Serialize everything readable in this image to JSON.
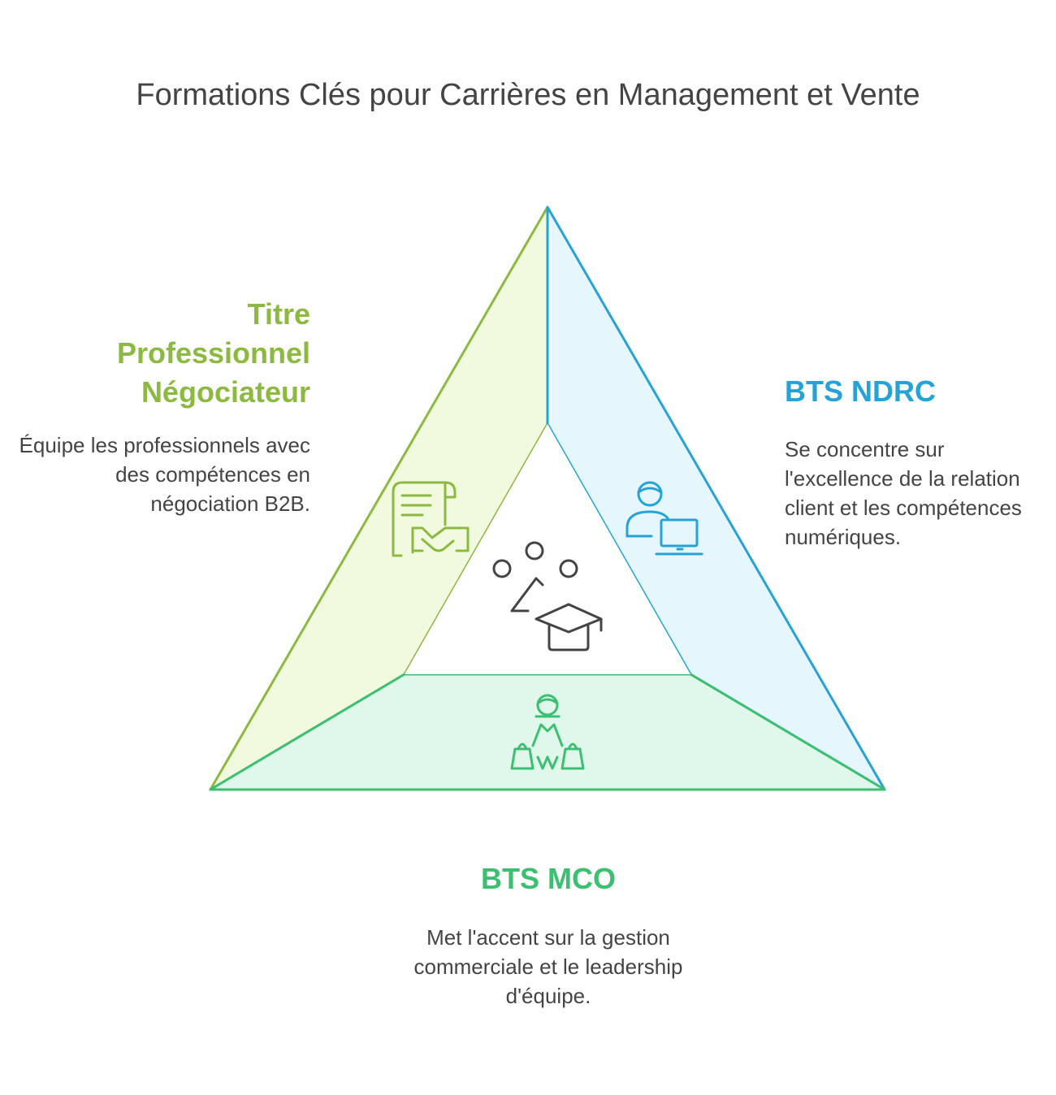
{
  "title": "Formations Clés pour Carrières en Management et Vente",
  "colors": {
    "green_light": "#8cb940",
    "blue": "#26a3d6",
    "green": "#3dbf72",
    "text": "#444444"
  },
  "segments": {
    "left": {
      "heading_lines": [
        "Titre",
        "Professionnel",
        "Négociateur"
      ],
      "description": "Équipe les professionnels avec des compétences en négociation B2B.",
      "icon": "certificate-handshake-icon"
    },
    "right": {
      "heading": "BTS NDRC",
      "description": "Se concentre sur l'excellence de la relation client et les compétences numériques.",
      "icon": "person-laptop-icon"
    },
    "bottom": {
      "heading": "BTS MCO",
      "description": "Met l'accent sur la gestion commerciale et le leadership d'équipe.",
      "icon": "shopping-person-icon"
    }
  },
  "center_icon": "graduation-network-icon"
}
